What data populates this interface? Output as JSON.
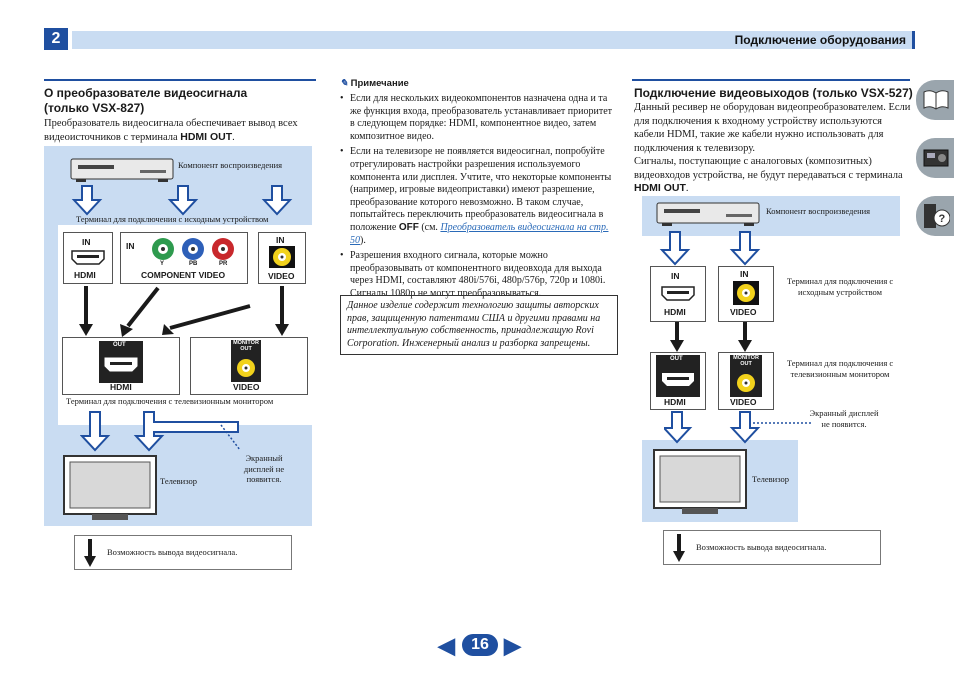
{
  "header": {
    "chapter": "2",
    "title": "Подключение оборудования"
  },
  "left": {
    "title_line1": "О преобразователе видеосигнала",
    "title_line2": "(только VSX-827)",
    "intro_line1": "Преобразователь видеосигнала обеспечивает вывод всех",
    "intro_line2_pre": "видеоисточников с терминала ",
    "intro_bold": "HDMI OUT",
    "intro_end": ".",
    "diagram": {
      "source_label": "Компонент воспроизведения",
      "input_terminal_label": "Терминал для подключения с исходным устройством",
      "in": "IN",
      "hdmi": "HDMI",
      "component_video": "COMPONENT VIDEO",
      "video": "VIDEO",
      "y": "Y",
      "pb": "PB",
      "pr": "PR",
      "out": "OUT",
      "monitor_out": "MONITOR OUT",
      "tv_terminal_label": "Терминал для подключения с телевизионным монитором",
      "screen_note": "Экранный дисплей не появится.",
      "tv_label": "Телевизор",
      "legend": "Возможность вывода видеосигнала."
    }
  },
  "middle": {
    "note_heading": "Примечание",
    "notes": [
      "Если для нескольких видеокомпонентов назначена одна и та же функция входа, преобразователь устанавливает приоритет в следующем порядке: HDMI, компонентное видео, затем композитное видео.",
      "Если на телевизоре не появляется видеосигнал, попробуйте отрегулировать настройки разрешения используемого компонента или дисплея. Учтите, что некоторые компоненты (например, игровые видеоприставки) имеют разрешение, преобразование которого невозможно. В таком случае, попытайтесь переключить преобразователь видеосигнала в положение",
      "Разрешения входного сигнала, которые можно преобразовывать от компонентного видеовхода для выхода через HDMI, составляют 480i/576i, 480p/576p, 720p и 1080i. Сигналы 1080p не могут преобразовываться."
    ],
    "note2_off": "OFF",
    "note2_see": " (см. ",
    "note2_link": "Преобразователь видеосигнала на стр. 50",
    "note2_end": ").",
    "notice": "Данное изделие содержит технологию защиты авторских прав, защищенную патентами США и другими правами на интеллектуальную собственность, принадлежащую Rovi Corporation. Инженерный анализ и разборка запрещены."
  },
  "right": {
    "title": "Подключение видеовыходов (только VSX-527)",
    "body_lines": [
      "Данный ресивер не оборудован видеопреобразователем. Если",
      "для подключения к входному устройству используются",
      "кабели HDMI, такие же кабели нужно использовать для",
      "подключения к телевизору.",
      "Сигналы, поступающие с аналоговых (композитных)",
      "видеовходов устройства, не будут передаваться с терминала"
    ],
    "body_bold": "HDMI OUT",
    "body_end": ".",
    "diagram": {
      "source_label": "Компонент воспроизведения",
      "input_terminal_label": "Терминал для подключения с исходным устройством",
      "in": "IN",
      "hdmi": "HDMI",
      "video": "VIDEO",
      "out": "OUT",
      "monitor_out": "MONITOR OUT",
      "tv_terminal_label": "Терминал для подключения с телевизионным монитором",
      "screen_note": "Экранный дисплей не появится.",
      "tv_label": "Телевизор",
      "legend": "Возможность вывода видеосигнала."
    }
  },
  "footer": {
    "page": "16",
    "prev": "◀",
    "next": "▶"
  },
  "colors": {
    "accent": "#1f4fa0",
    "diagram_bg": "#c9dcf2",
    "component_green": "#2e9a4e",
    "component_blue": "#2d5fb8",
    "component_red": "#c8282c",
    "composite_yellow": "#f2d21c"
  }
}
